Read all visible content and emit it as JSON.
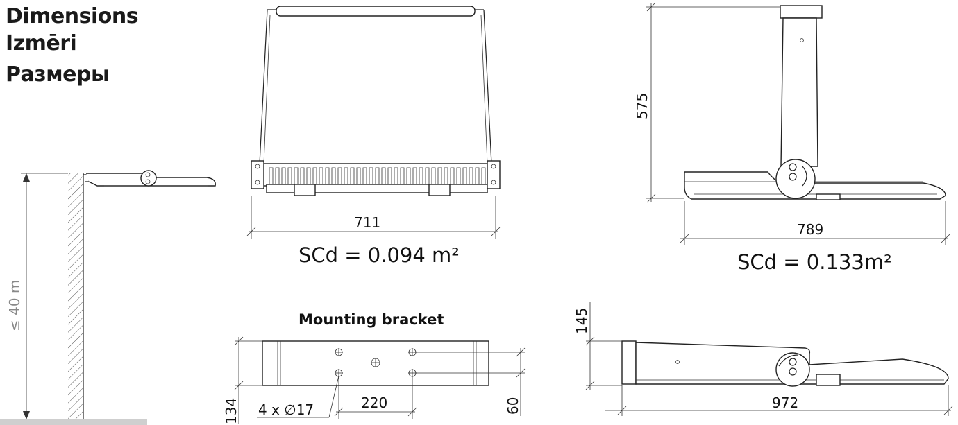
{
  "titles": [
    "Dimensions",
    "Izmēri",
    "Размеры"
  ],
  "pole": {
    "height_label": "≤ 40 m"
  },
  "front_view": {
    "width": "711",
    "scd": "SCd = 0.094 m²"
  },
  "side_view": {
    "height": "575",
    "length": "789",
    "scd": "SCd = 0.133m²"
  },
  "bracket": {
    "title": "Mounting bracket",
    "height": "134",
    "holes": "4 x ∅17",
    "hole_spacing": "220",
    "hole_pitch": "60"
  },
  "bottom_view": {
    "height": "145",
    "length": "972"
  }
}
